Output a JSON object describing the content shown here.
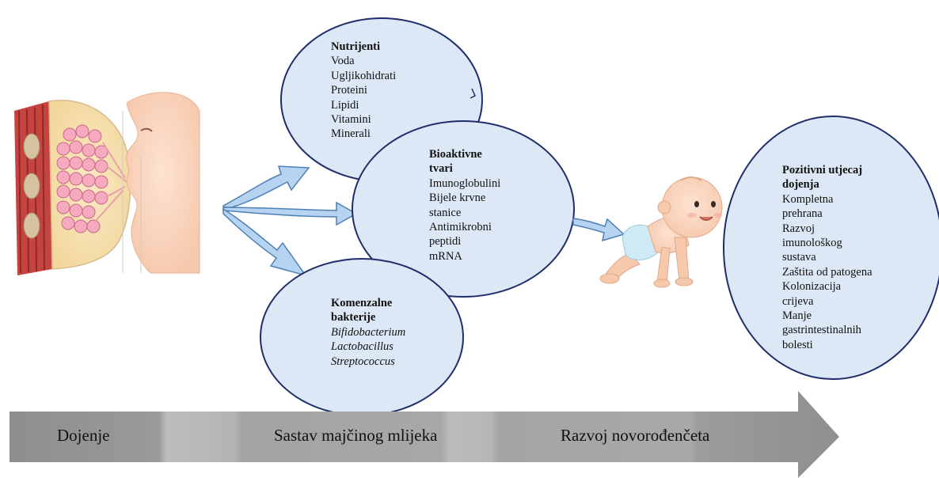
{
  "nutrients": {
    "heading": "Nutrijenti",
    "items": [
      "Voda",
      "Ugljikohidrati",
      "Proteini",
      "Lipidi",
      "Vitamini",
      "Minerali"
    ]
  },
  "bioactive": {
    "heading_line1": "Bioaktivne",
    "heading_line2": "tvari",
    "items": [
      "Imunoglobulini",
      "Bijele krvne",
      "stanice",
      "Antimikrobni",
      "peptidi",
      "mRNA"
    ]
  },
  "commensal": {
    "heading_line1": "Komenzalne",
    "heading_line2": "bakterije",
    "items": [
      "Bifidobacterium",
      "Lactobacillus",
      "Streptococcus"
    ]
  },
  "benefits": {
    "heading_line1": "Pozitivni utjecaj",
    "heading_line2": "dojenja",
    "items": [
      "Kompletna",
      "prehrana",
      "Razvoj",
      "imunološkog",
      "sustava",
      "Zaštita od patogena",
      "Kolonizacija",
      "crijeva",
      "Manje",
      "gastrintestinalnih",
      "bolesti"
    ]
  },
  "timeline": {
    "stages": [
      "Dojenje",
      "Sastav majčinog mlijeka",
      "Razvoj novorođenčeta"
    ]
  },
  "colors": {
    "ellipse_fill": "#dce8f5",
    "ellipse_stroke": "#1f2d6b",
    "arrow_fill": "#b6d4f2",
    "arrow_stroke": "#4f7fb5",
    "timeline_dark": "#8c8c8c",
    "timeline_light": "#b9b9b9"
  }
}
